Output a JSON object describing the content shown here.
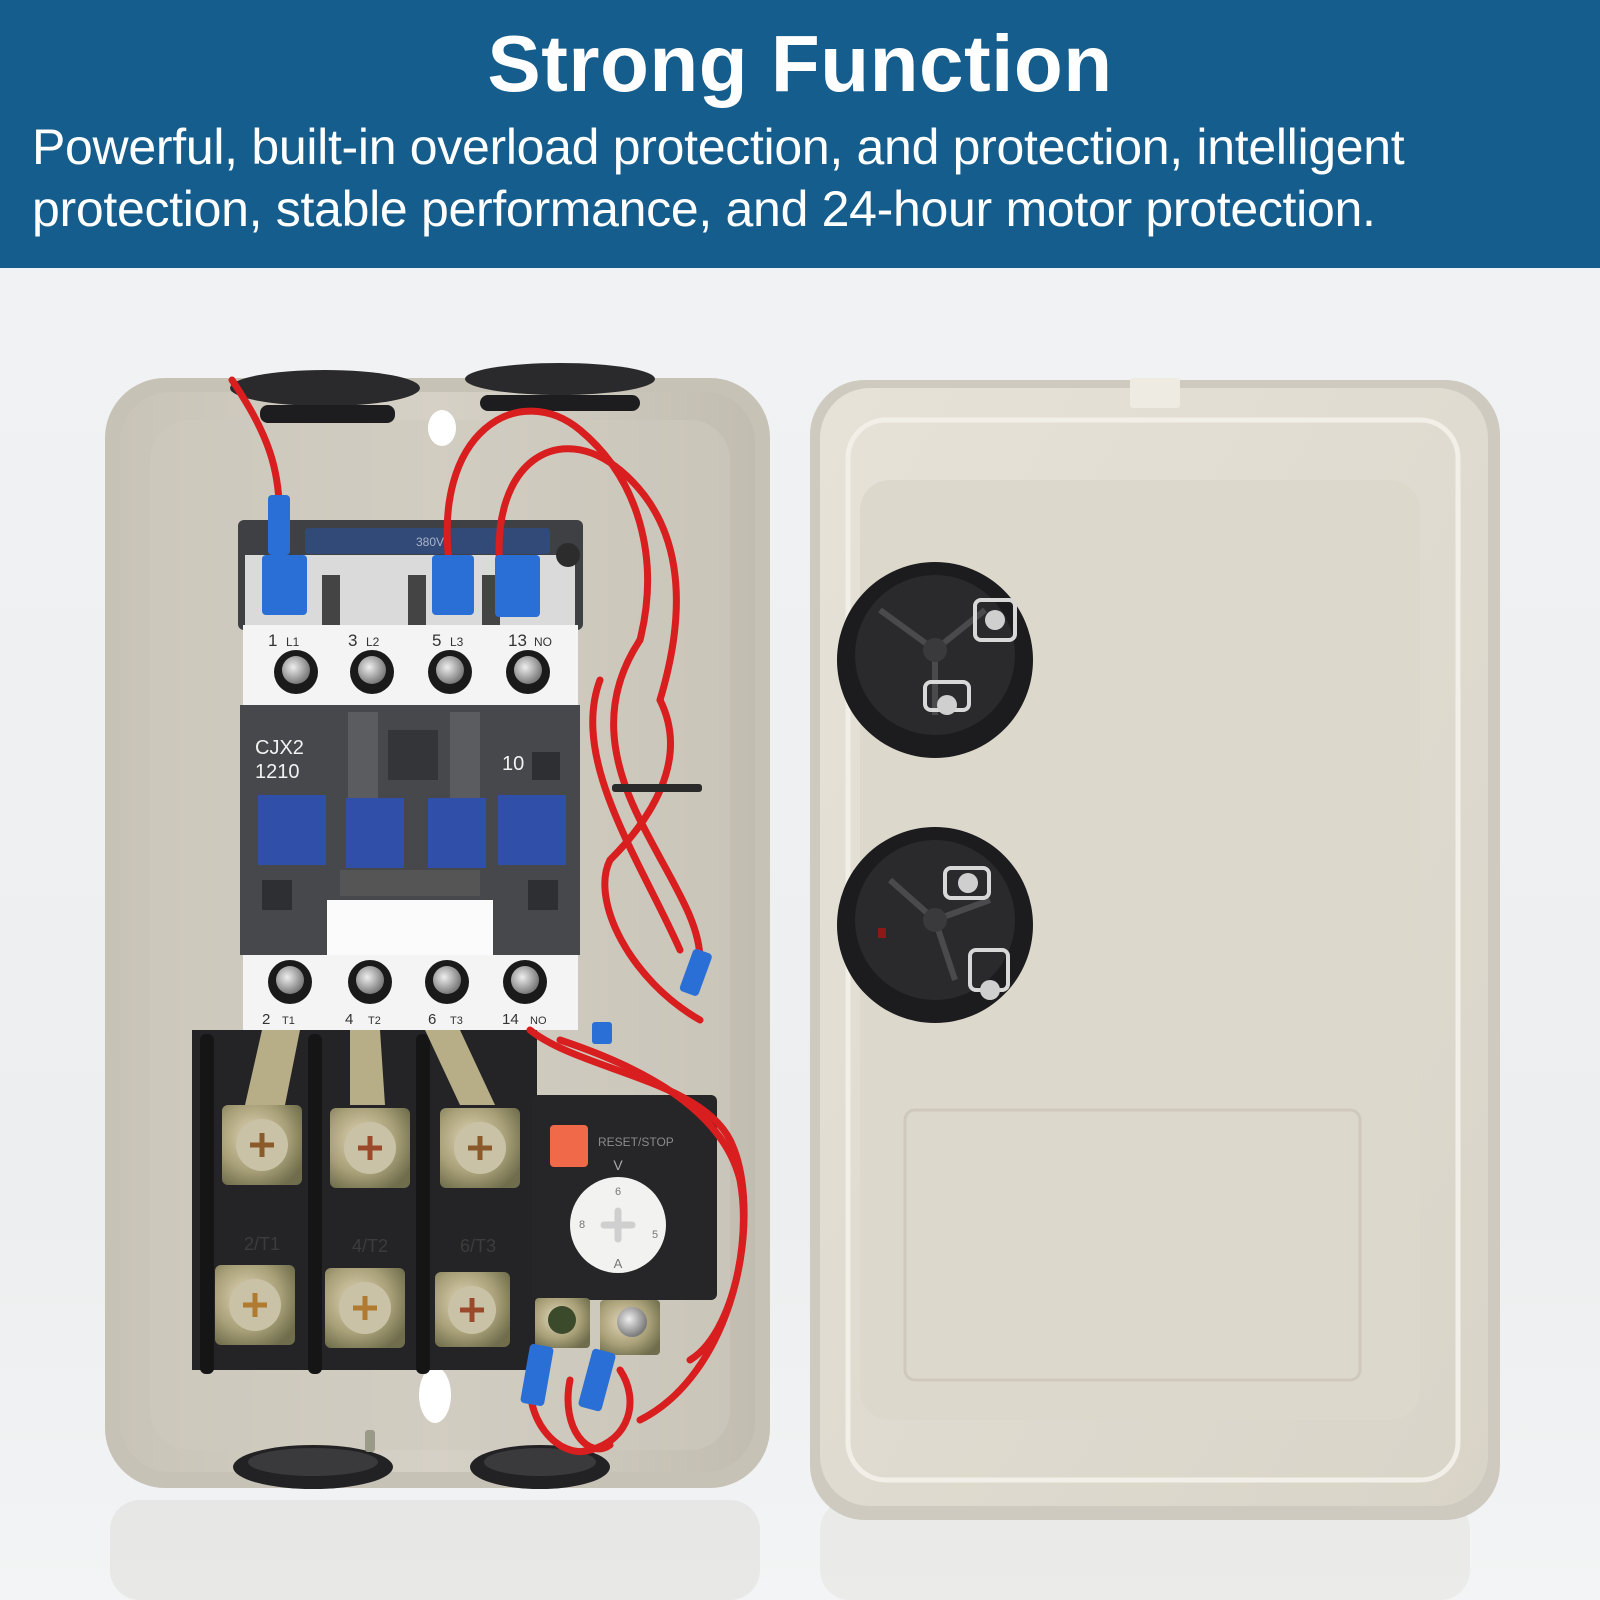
{
  "banner": {
    "title": "Strong Function",
    "description_line1": "Powerful, built-in overload protection, and protection, intelligent",
    "description_line2": "protection, stable performance, and 24-hour motor protection.",
    "background_color": "#155d8c",
    "text_color": "#ffffff"
  },
  "product": {
    "contactor": {
      "model_line1": "CJX2",
      "model_line2": "1210",
      "aux_code": "10",
      "coil_label": "380V",
      "top_terminals": [
        {
          "num": "1",
          "name": "L1"
        },
        {
          "num": "3",
          "name": "L2"
        },
        {
          "num": "5",
          "name": "L3"
        },
        {
          "num": "13",
          "name": "NO"
        }
      ],
      "bottom_terminals": [
        {
          "num": "2",
          "name": "T1"
        },
        {
          "num": "4",
          "name": "T2"
        },
        {
          "num": "6",
          "name": "T3"
        },
        {
          "num": "14",
          "name": "NO"
        }
      ]
    },
    "overload_relay": {
      "reset_label": "RESET/STOP",
      "dial_marks": [
        "6",
        "8",
        "5"
      ],
      "dial_unit": "A",
      "arrow_mark": "V",
      "terminal_labels": [
        "2/T1",
        "4/T2",
        "6/T3"
      ]
    },
    "colors": {
      "enclosure": "#d6d1c6",
      "lid": "#e2ddd2",
      "contactor_body": "#46484c",
      "contact_blue": "#2f4fa8",
      "wire_red": "#d81e1e",
      "terminal_blue": "#2a6fd6",
      "reset_button": "#f06a4a"
    }
  }
}
